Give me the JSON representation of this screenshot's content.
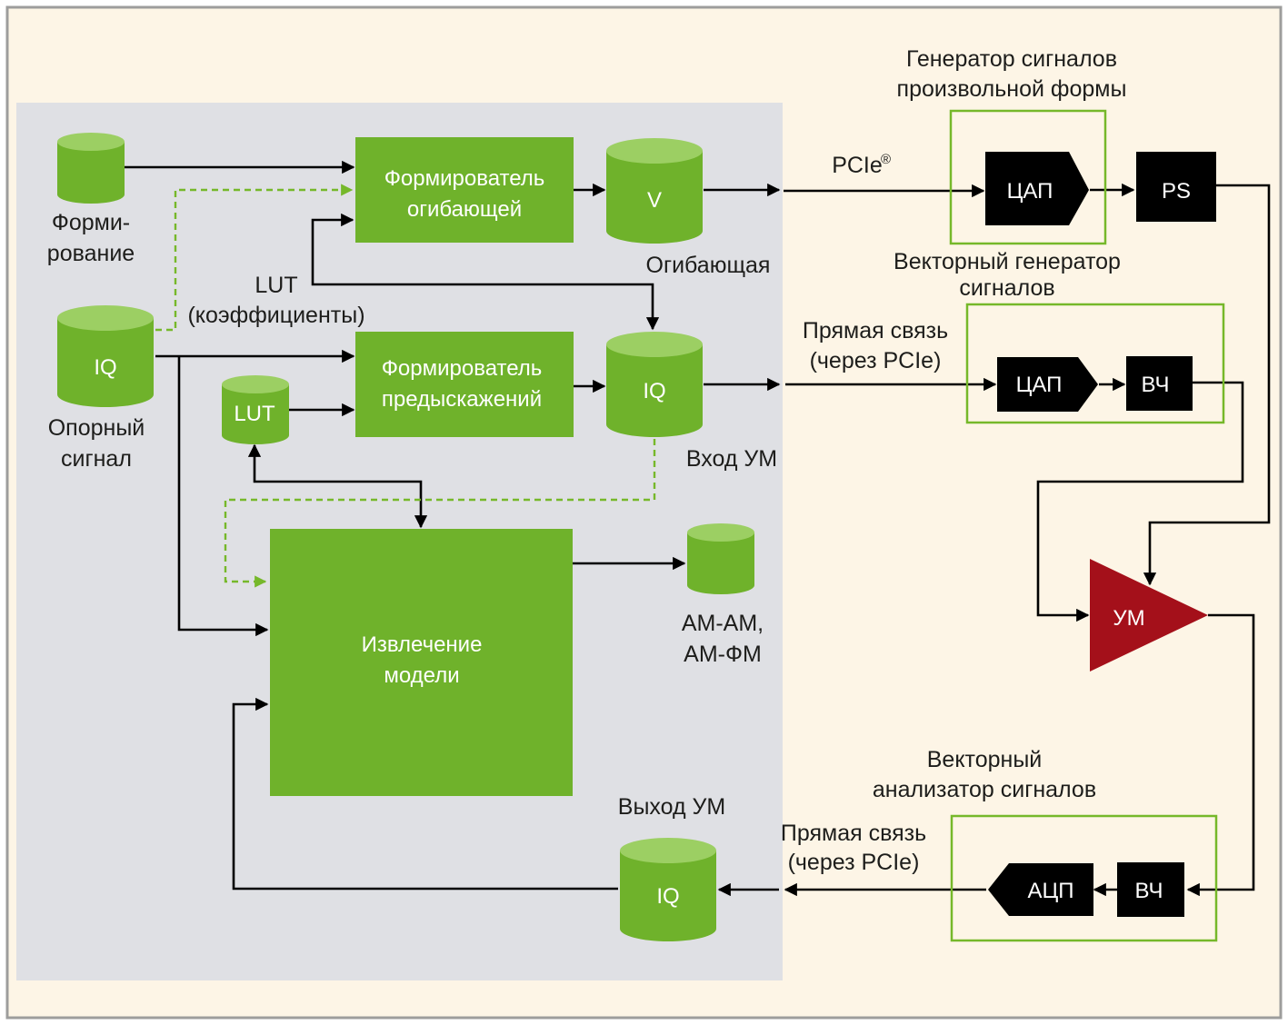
{
  "colors": {
    "background": "#fdf5e6",
    "frame": "#9d9d9c",
    "panel": "#dfe0e4",
    "green": "#6fb22b",
    "cyl_top": "#9ccf63",
    "black": "#000000",
    "amp": "#a4101a",
    "outline": "#76b82a"
  },
  "labels": {
    "formirovanie": [
      "Форми-",
      "рование"
    ],
    "opornyi": [
      "Опорный",
      "сигнал"
    ],
    "lut_coeff": [
      "LUT",
      "(коэффициенты)"
    ],
    "ogibayushchaya": "Огибающая",
    "vhod_um": "Вход УМ",
    "vyhod_um": "Выход УМ",
    "am": [
      "АМ-АМ,",
      "АМ-ФМ"
    ],
    "pcie": "PCIe",
    "pcie_reg": "®",
    "pryamaya1": [
      "Прямая связь",
      "(через PCIe)"
    ],
    "pryamaya2": [
      "Прямая связь",
      "(через PCIe)"
    ],
    "gen_arb": [
      "Генератор сигналов",
      "произвольной формы"
    ],
    "vec_gen": [
      "Векторный генератор",
      "сигналов"
    ],
    "vec_an": [
      "Векторный",
      "анализатор сигналов"
    ]
  },
  "blocks": {
    "form_ogib": [
      "Формирователь",
      "огибающей"
    ],
    "form_pred": [
      "Формирователь",
      "предыскажений"
    ],
    "izvlech": [
      "Извлечение",
      "модели"
    ],
    "dac1": "ЦАП",
    "ps": "PS",
    "dac2": "ЦАП",
    "rf1": "ВЧ",
    "amp": "УМ",
    "adc": "АЦП",
    "rf2": "ВЧ"
  },
  "cylinders": {
    "v": "V",
    "iq_ref": "IQ",
    "lut": "LUT",
    "iq_in": "IQ",
    "iq_out": "IQ"
  }
}
